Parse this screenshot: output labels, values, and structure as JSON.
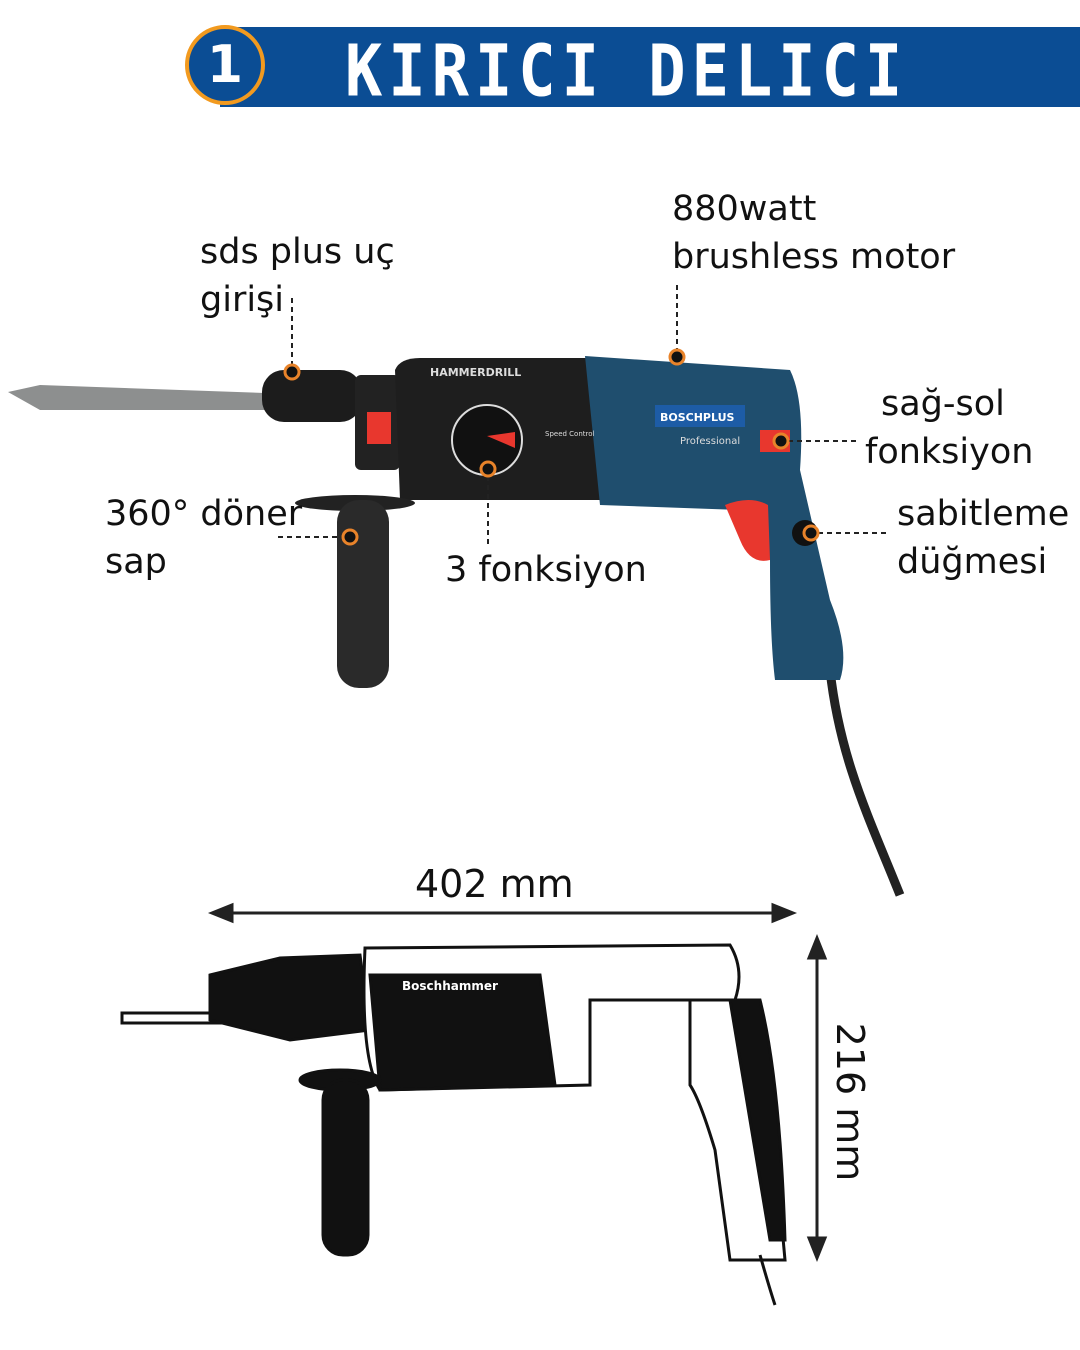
{
  "banner": {
    "number": "1",
    "title": "KIRICI DELICI MATKAP",
    "color": "#0b4d94",
    "accent": "#f29a1f"
  },
  "product_text": {
    "side_label": "HAMMERDRILL",
    "brand": "BOSCHPLUS",
    "series": "Professional",
    "speed": "Speed Control",
    "drawing_brand": "Boschhammer"
  },
  "callouts": {
    "sds": [
      "sds plus uç",
      "girişi"
    ],
    "motor": [
      "880watt",
      "brushless motor"
    ],
    "direction": [
      "sağ-sol",
      "fonksiyon"
    ],
    "handle": [
      "360° döner",
      "sap"
    ],
    "modes": [
      "3 fonksiyon"
    ],
    "lock": [
      "sabitleme",
      "düğmesi"
    ]
  },
  "dimensions": {
    "length": "402 mm",
    "height": "216 mm"
  }
}
